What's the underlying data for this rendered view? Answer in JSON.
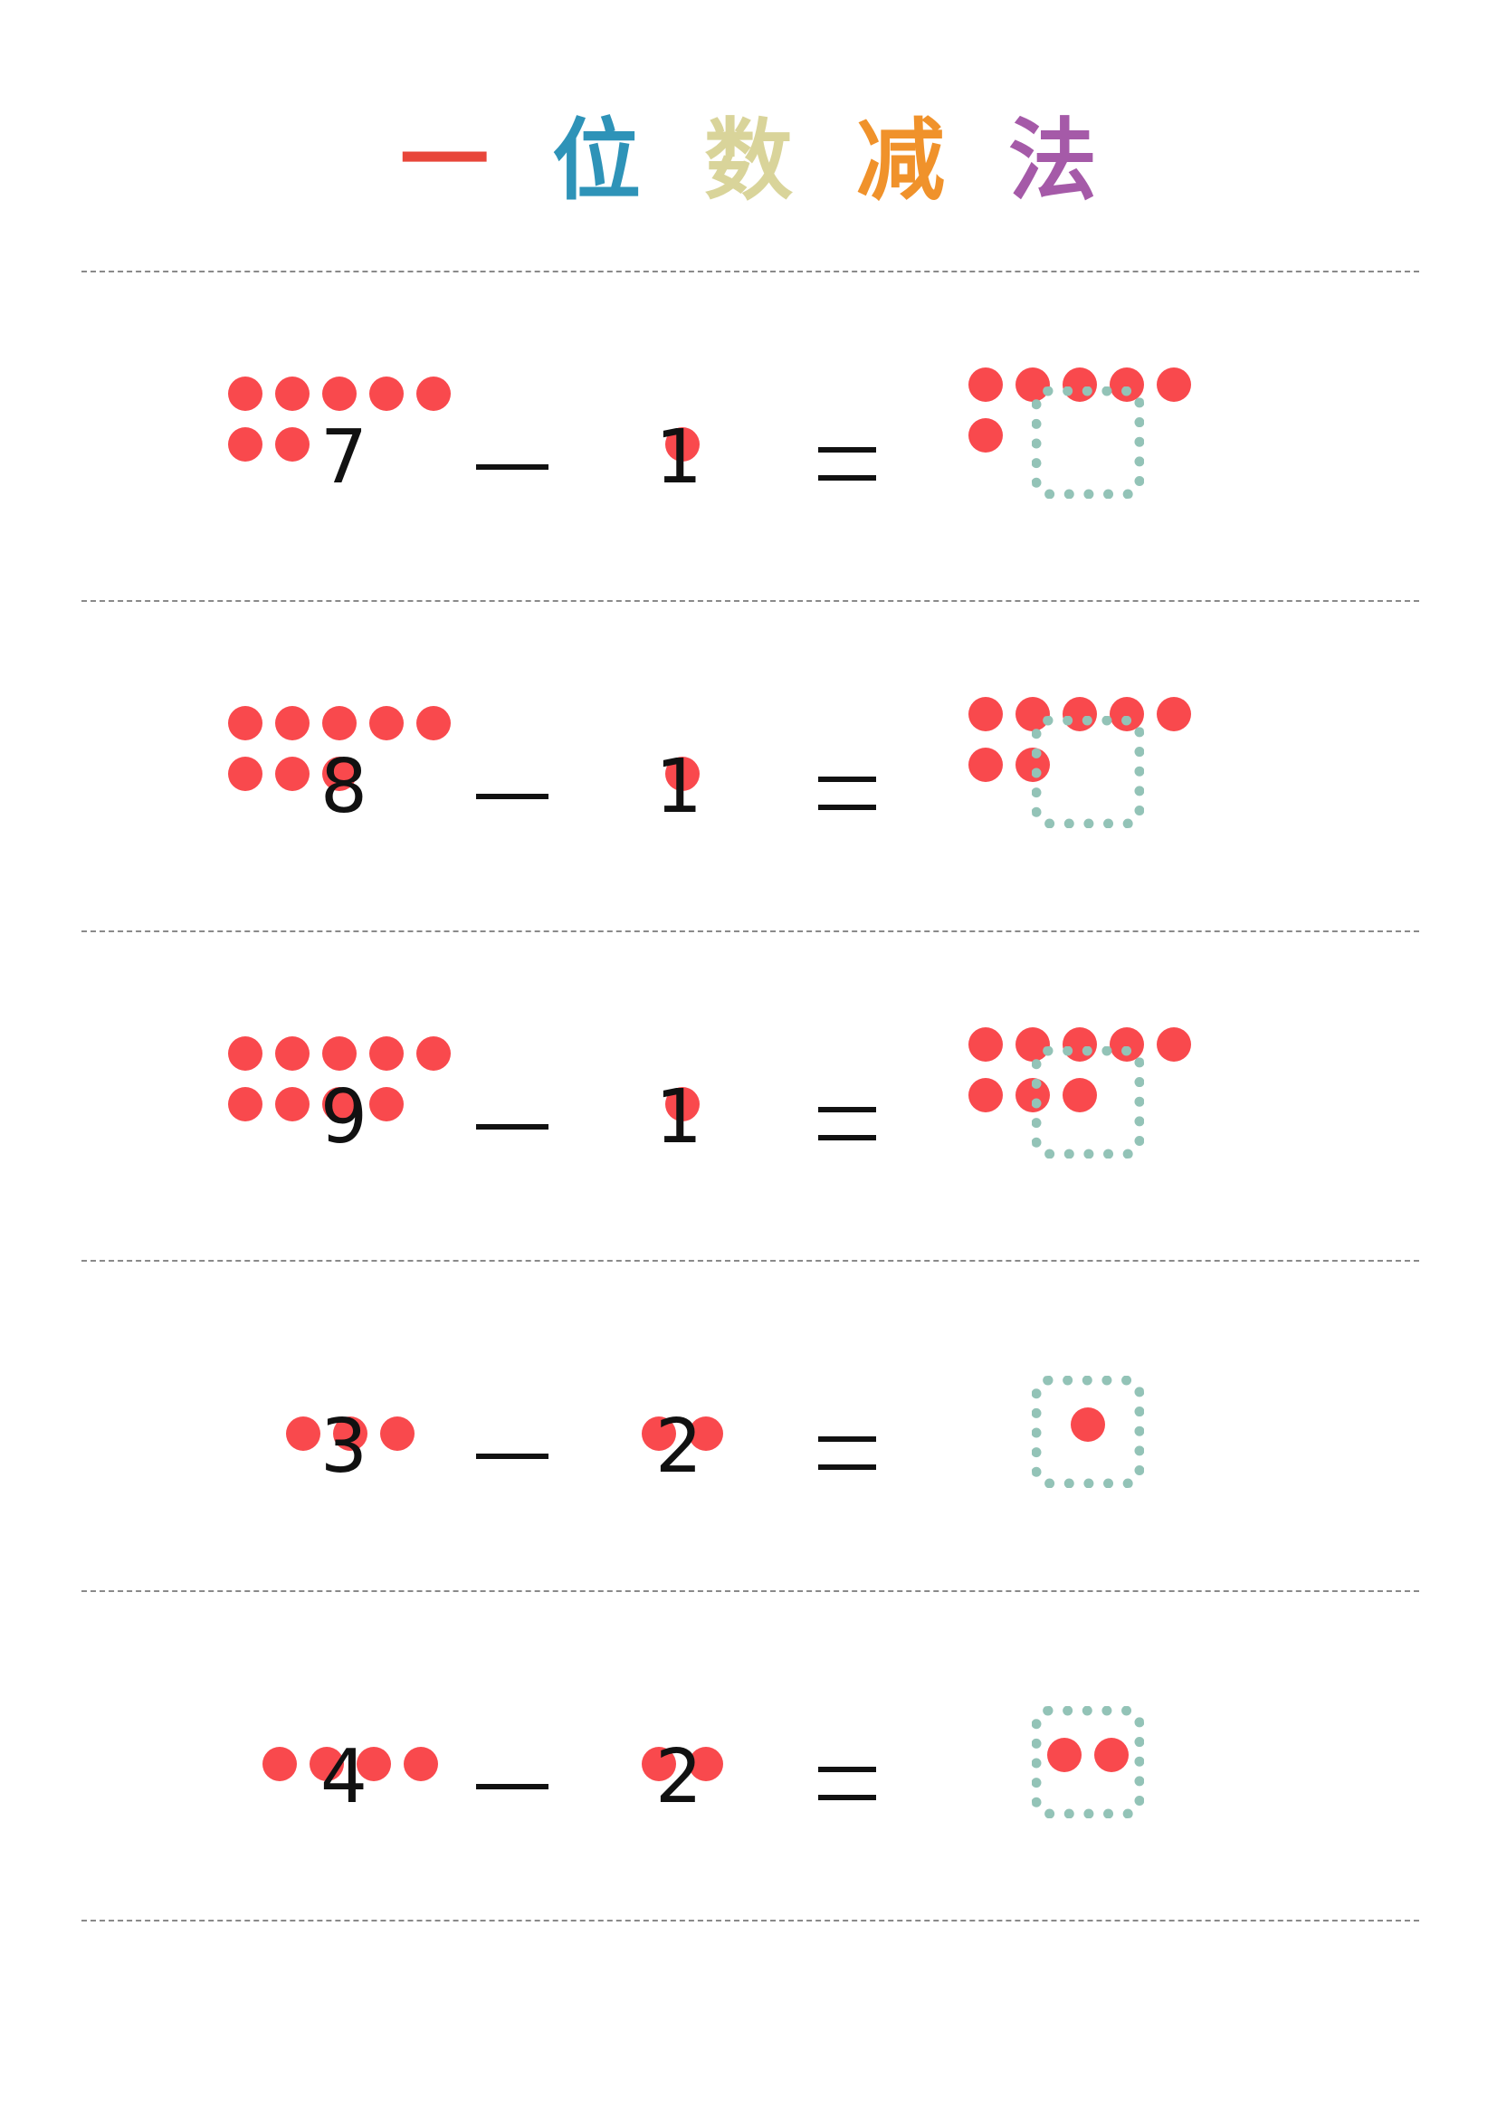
{
  "title": {
    "chars": [
      {
        "text": "一",
        "color": "#e8463a"
      },
      {
        "text": "位",
        "color": "#2e93b8"
      },
      {
        "text": "数",
        "color": "#d9d49a"
      },
      {
        "text": "减",
        "color": "#f0922b"
      },
      {
        "text": "法",
        "color": "#a55aa8"
      }
    ]
  },
  "dot_color": "#f9494d",
  "answer_box_color": "#93c3b7",
  "problems": [
    {
      "a": "7",
      "op": "−",
      "b": "1",
      "eq": "=",
      "a_count": 7,
      "b_count": 1,
      "result_count": 6
    },
    {
      "a": "8",
      "op": "−",
      "b": "1",
      "eq": "=",
      "a_count": 8,
      "b_count": 1,
      "result_count": 7
    },
    {
      "a": "9",
      "op": "−",
      "b": "1",
      "eq": "=",
      "a_count": 9,
      "b_count": 1,
      "result_count": 8
    },
    {
      "a": "3",
      "op": "−",
      "b": "2",
      "eq": "=",
      "a_count": 3,
      "b_count": 2,
      "result_count": 1
    },
    {
      "a": "4",
      "op": "−",
      "b": "2",
      "eq": "=",
      "a_count": 4,
      "b_count": 2,
      "result_count": 2
    }
  ]
}
